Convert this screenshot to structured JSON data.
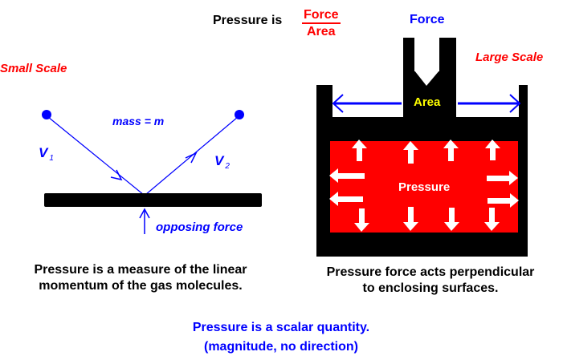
{
  "title": {
    "prefix": "Pressure is",
    "numerator": "Force",
    "denominator": "Area"
  },
  "small_scale": {
    "heading": "Small Scale",
    "mass_label": "mass = m",
    "v1": {
      "letter": "V",
      "sub": "1"
    },
    "v2": {
      "letter": "V",
      "sub": "2"
    },
    "opposing_force": "opposing force",
    "caption_line1": "Pressure is a measure of the linear",
    "caption_line2": "momentum of the gas molecules."
  },
  "large_scale": {
    "heading": "Large Scale",
    "force_label": "Force",
    "area_label": "Area",
    "pressure_label": "Pressure",
    "caption_line1": "Pressure force acts perpendicular",
    "caption_line2": "to enclosing surfaces."
  },
  "footer": {
    "line1": "Pressure is a scalar quantity.",
    "line2": "(magnitude, no direction)"
  },
  "colors": {
    "red": "#ff0000",
    "blue": "#0000ff",
    "yellow": "#ffff00",
    "black": "#000000"
  }
}
